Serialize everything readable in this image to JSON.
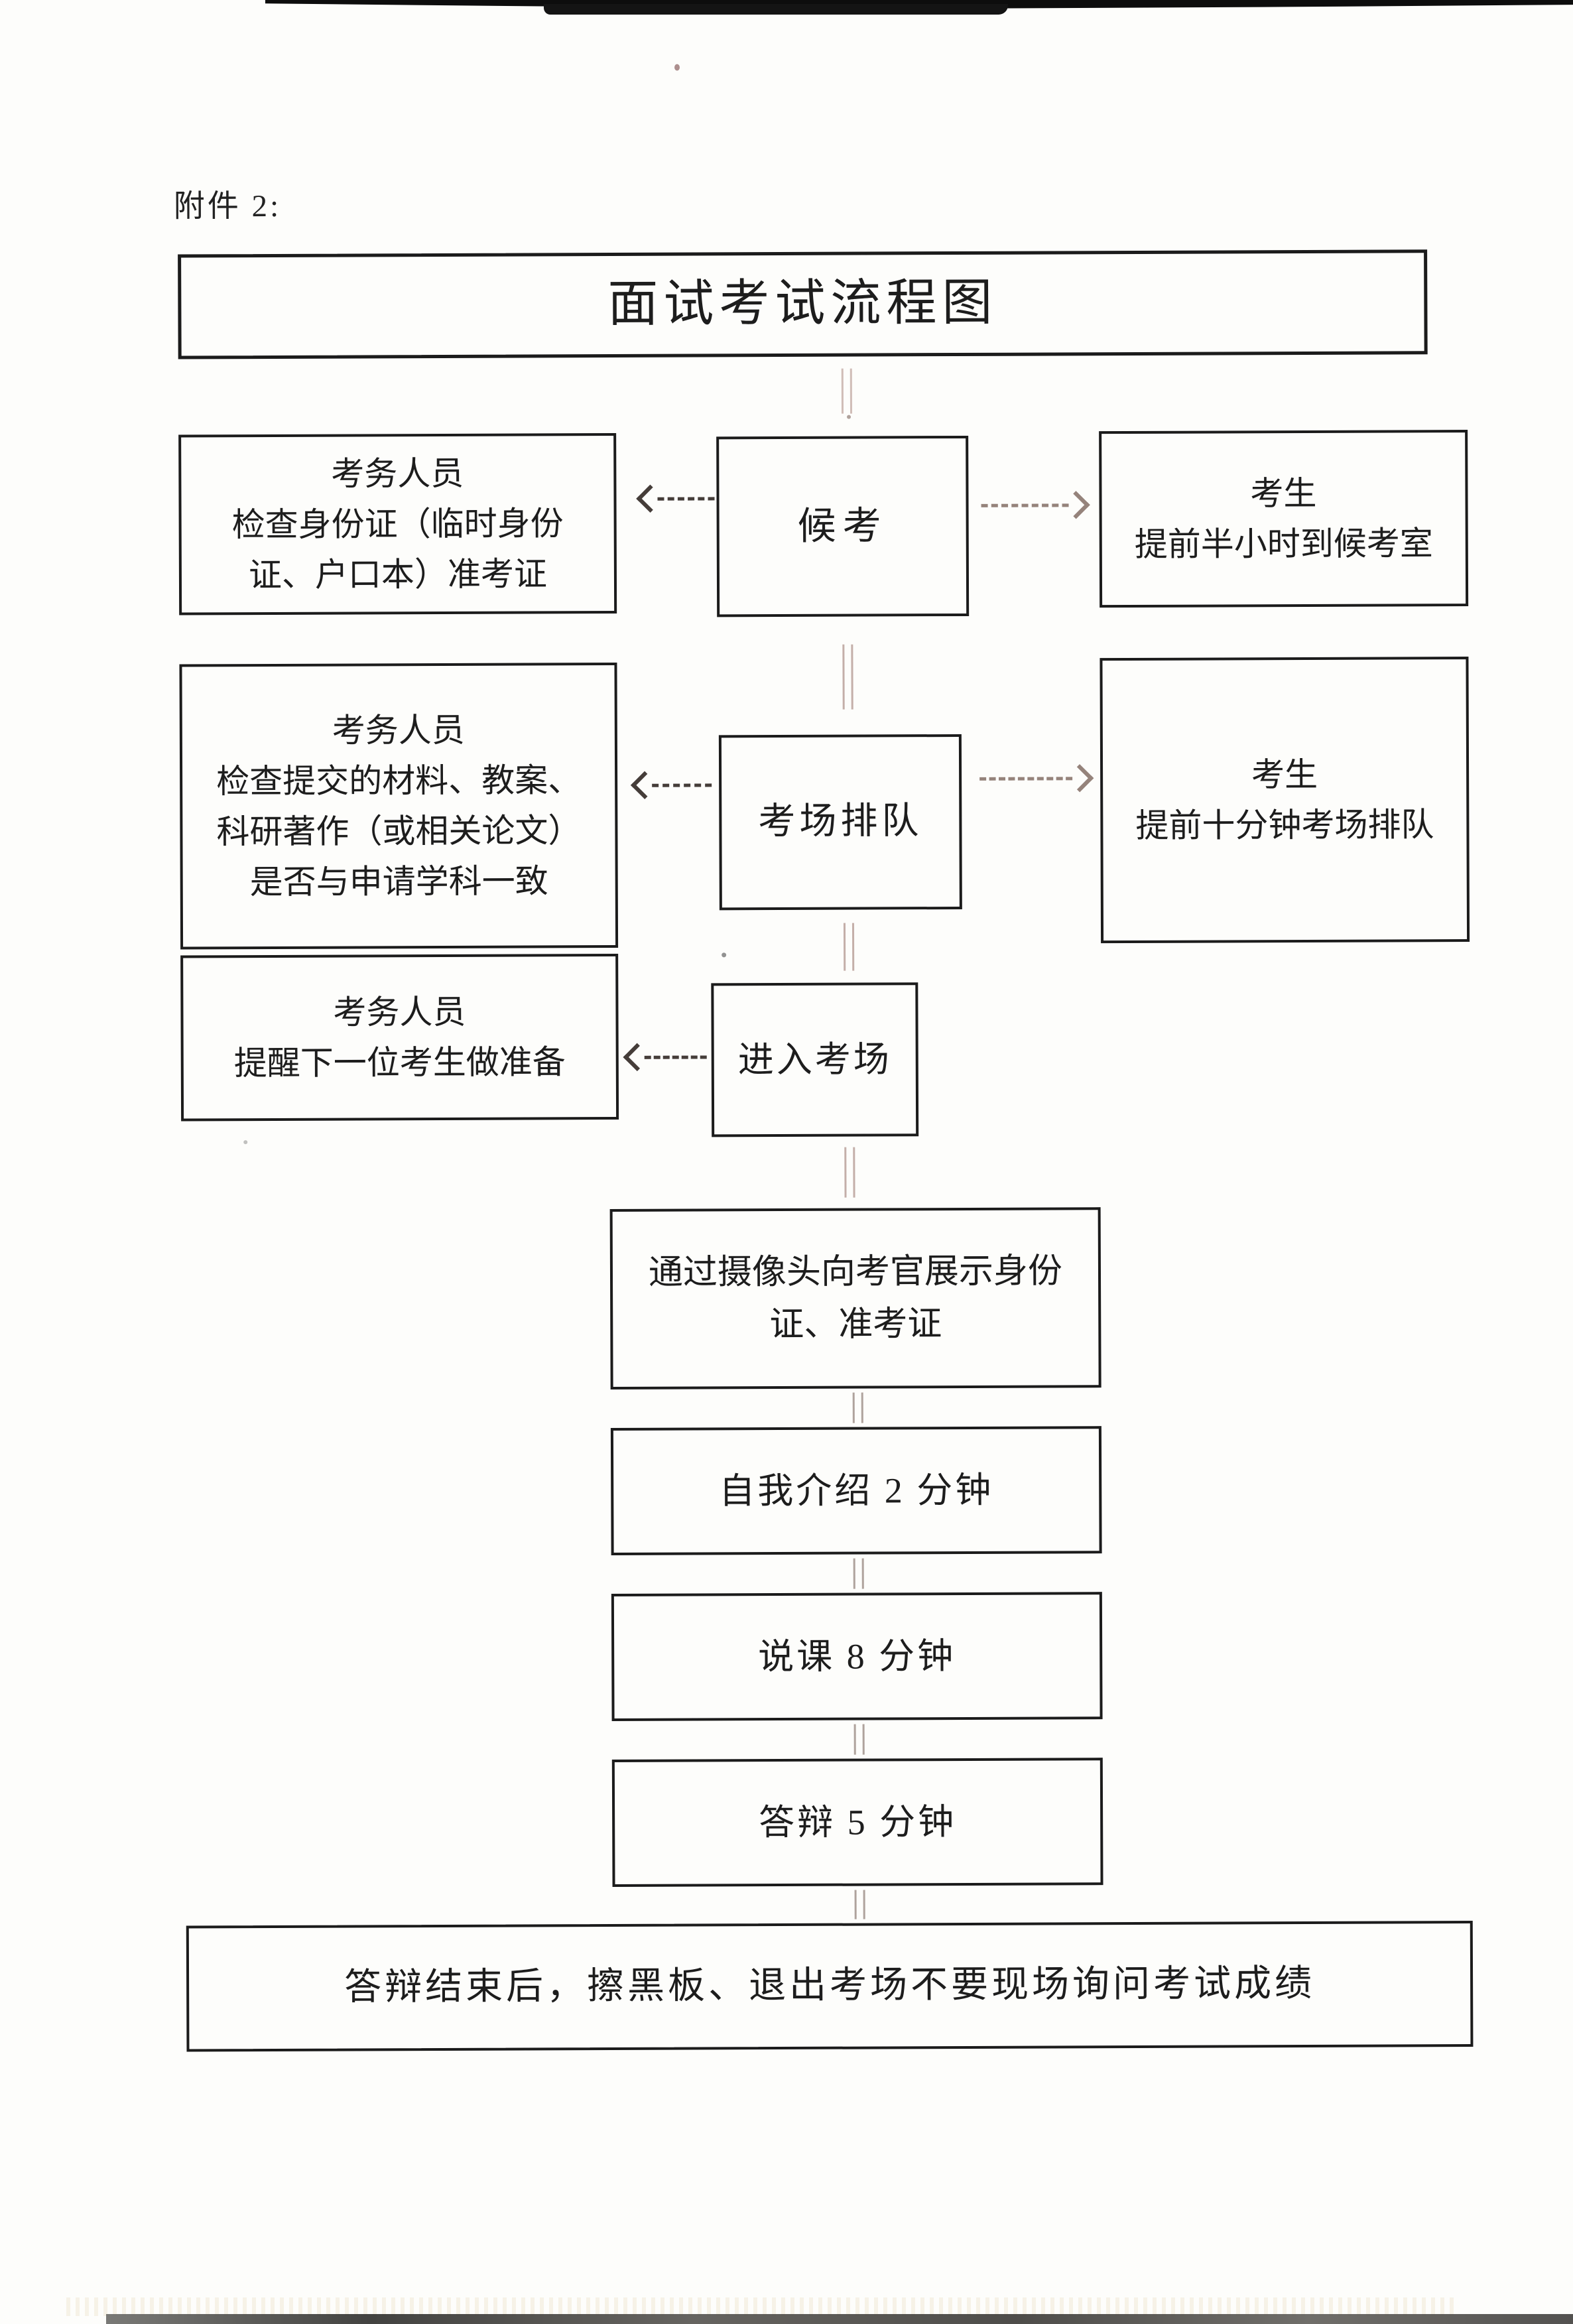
{
  "page": {
    "attachment_label": "附件 2:",
    "title": "面试考试流程图"
  },
  "boxes": {
    "staff_check_id": {
      "l1": "考务人员",
      "l2": "检查身份证（临时身份",
      "l3": "证、户口本）准考证"
    },
    "waiting": "候考",
    "candidate_arrive": {
      "l1": "考生",
      "l2": "提前半小时到候考室"
    },
    "staff_check_materials": {
      "l1": "考务人员",
      "l2": "检查提交的材料、教案、",
      "l3": "科研著作（或相关论文）",
      "l4": "是否与申请学科一致"
    },
    "queue": "考场排队",
    "candidate_queue": {
      "l1": "考生",
      "l2": "提前十分钟考场排队"
    },
    "staff_remind": {
      "l1": "考务人员",
      "l2": "提醒下一位考生做准备"
    },
    "enter_room": "进入考场",
    "show_credentials": {
      "l1": "通过摄像头向考官展示身份",
      "l2": "证、准考证"
    },
    "self_intro": "自我介绍 2 分钟",
    "lesson_talk": "说课 8 分钟",
    "defense": "答辩 5 分钟",
    "closing": "答辩结束后，擦黑板、退出考场不要现场询问考试成绩"
  },
  "colors": {
    "ink": "#1d1d1d",
    "box_border": "#1b1b1b",
    "arrow_dark": "#453d39",
    "arrow_faded": "#95837b",
    "connector": "#bba29b",
    "paper": "#fdfdfb"
  }
}
